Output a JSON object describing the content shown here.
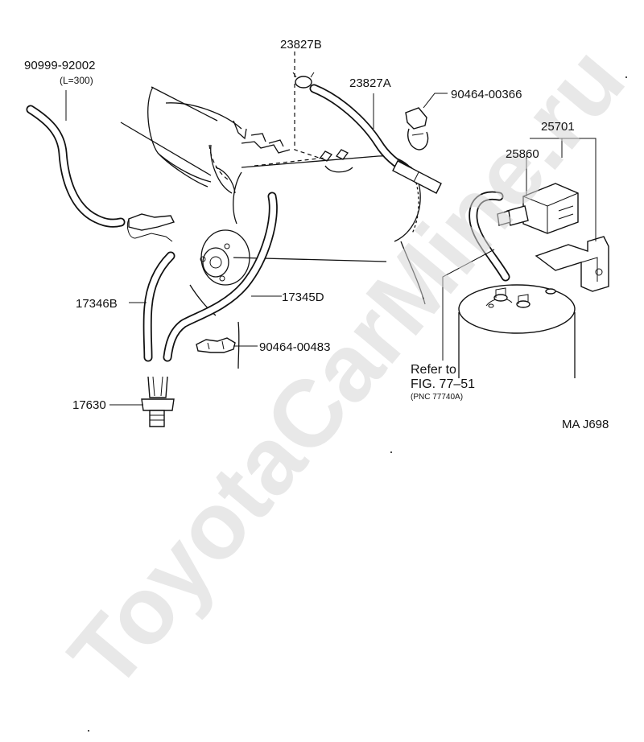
{
  "watermark": "ToyotaCarMine.ru",
  "diagram_code": "MA J698",
  "parts": {
    "hose_90999": {
      "number": "90999-92002",
      "note": "(L=300)"
    },
    "clamp_23827B": {
      "number": "23827B"
    },
    "hose_23827A": {
      "number": "23827A"
    },
    "clip_90464_00366": {
      "number": "90464-00366"
    },
    "bracket_25701": {
      "number": "25701"
    },
    "vsv_25860": {
      "number": "25860"
    },
    "hose_17346B": {
      "number": "17346B"
    },
    "hose_17345D": {
      "number": "17345D"
    },
    "clip_90464_00483": {
      "number": "90464-00483"
    },
    "valve_17630": {
      "number": "17630"
    }
  },
  "reference": {
    "line1": "Refer to",
    "line2": "FIG. 77–51",
    "line3": "(PNC 77740A)"
  },
  "colors": {
    "ink": "#111111",
    "watermark": "#d6d6d6",
    "paper": "#ffffff"
  }
}
